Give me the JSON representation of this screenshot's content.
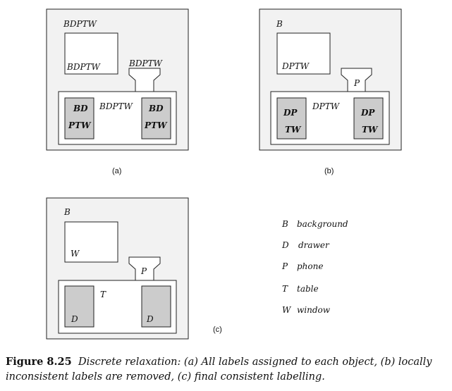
{
  "panels": {
    "a": {
      "label": "(a)",
      "room": "BDPTW",
      "window": "BDPTW",
      "phone": "BDPTW",
      "table": "BDPTW",
      "drawer_left": [
        "BD",
        "PTW"
      ],
      "drawer_right": [
        "BD",
        "PTW"
      ]
    },
    "b": {
      "label": "(b)",
      "room": "B",
      "window": "DPTW",
      "phone": "P",
      "table": "DPTW",
      "drawer_left": [
        "DP",
        "TW"
      ],
      "drawer_right": [
        "DP",
        "TW"
      ]
    },
    "c": {
      "label": "(c)",
      "room": "B",
      "window": "W",
      "phone": "P",
      "table": "T",
      "drawer_left": "D",
      "drawer_right": "D"
    }
  },
  "legend": [
    {
      "key": "B",
      "text": "background"
    },
    {
      "key": "D",
      "text": "drawer"
    },
    {
      "key": "P",
      "text": "phone"
    },
    {
      "key": "T",
      "text": "table"
    },
    {
      "key": "W",
      "text": "window"
    }
  ],
  "caption": {
    "figure": "Figure 8.25",
    "text": "Discrete relaxation: (a) All labels assigned to each object, (b) locally inconsistent labels are removed, (c) final consistent labelling."
  },
  "colors": {
    "room_fill": "#f2f2f2",
    "drawer_fill": "#cccccc",
    "stroke": "#222222"
  }
}
